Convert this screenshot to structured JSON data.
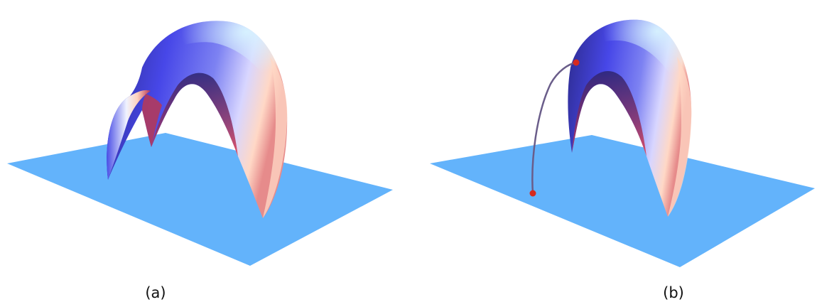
{
  "figure": {
    "panels": [
      {
        "id": "a",
        "caption": "(a)"
      },
      {
        "id": "b",
        "caption": "(b)"
      }
    ]
  },
  "colors": {
    "ground_plane": "#63b3fb",
    "surface_blue": "#4343e6",
    "surface_highlight": "#ddf2ff",
    "surface_warm": "#ffd6c4",
    "surface_red": "#b0304e",
    "point_marker": "#d62a1e",
    "path_curve": "#6a5d8a"
  }
}
